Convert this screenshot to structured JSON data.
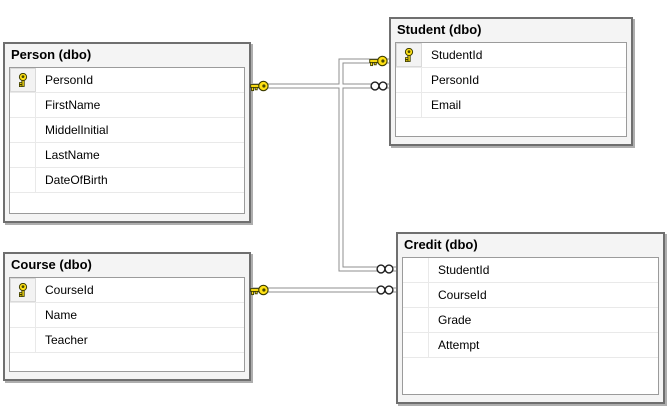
{
  "diagram": {
    "tables": [
      {
        "title": "Person (dbo)",
        "columns": [
          {
            "name": "PersonId",
            "is_key": true
          },
          {
            "name": "FirstName",
            "is_key": false
          },
          {
            "name": "MiddelInitial",
            "is_key": false
          },
          {
            "name": "LastName",
            "is_key": false
          },
          {
            "name": "DateOfBirth",
            "is_key": false
          }
        ]
      },
      {
        "title": "Student (dbo)",
        "columns": [
          {
            "name": "StudentId",
            "is_key": true
          },
          {
            "name": "PersonId",
            "is_key": false
          },
          {
            "name": "Email",
            "is_key": false
          }
        ]
      },
      {
        "title": "Course (dbo)",
        "columns": [
          {
            "name": "CourseId",
            "is_key": true
          },
          {
            "name": "Name",
            "is_key": false
          },
          {
            "name": "Teacher",
            "is_key": false
          }
        ]
      },
      {
        "title": "Credit (dbo)",
        "columns": [
          {
            "name": "StudentId",
            "is_key": false
          },
          {
            "name": "CourseId",
            "is_key": false
          },
          {
            "name": "Grade",
            "is_key": false
          },
          {
            "name": "Attempt",
            "is_key": false
          }
        ]
      }
    ],
    "relationships": [
      {
        "one_side": "Person (dbo)",
        "many_side": "Student (dbo)",
        "one_end_symbol": "key",
        "many_end_symbol": "infinity"
      },
      {
        "one_side": "Student (dbo)",
        "many_side": "Credit (dbo)",
        "one_end_symbol": "key",
        "many_end_symbol": "infinity"
      },
      {
        "one_side": "Course (dbo)",
        "many_side": "Credit (dbo)",
        "one_end_symbol": "key",
        "many_end_symbol": "infinity"
      }
    ],
    "icons": {
      "primary_key": "key-icon",
      "one_end": "key-icon",
      "many_end": "infinity-icon"
    },
    "colors": {
      "canvas": "#ffffff",
      "table_border": "#6f6f6f",
      "title_background": "#f4f4f4",
      "row_separator": "#e9e9e9",
      "connector": "#8f8f8f",
      "key_icon": "#ffe115"
    }
  }
}
